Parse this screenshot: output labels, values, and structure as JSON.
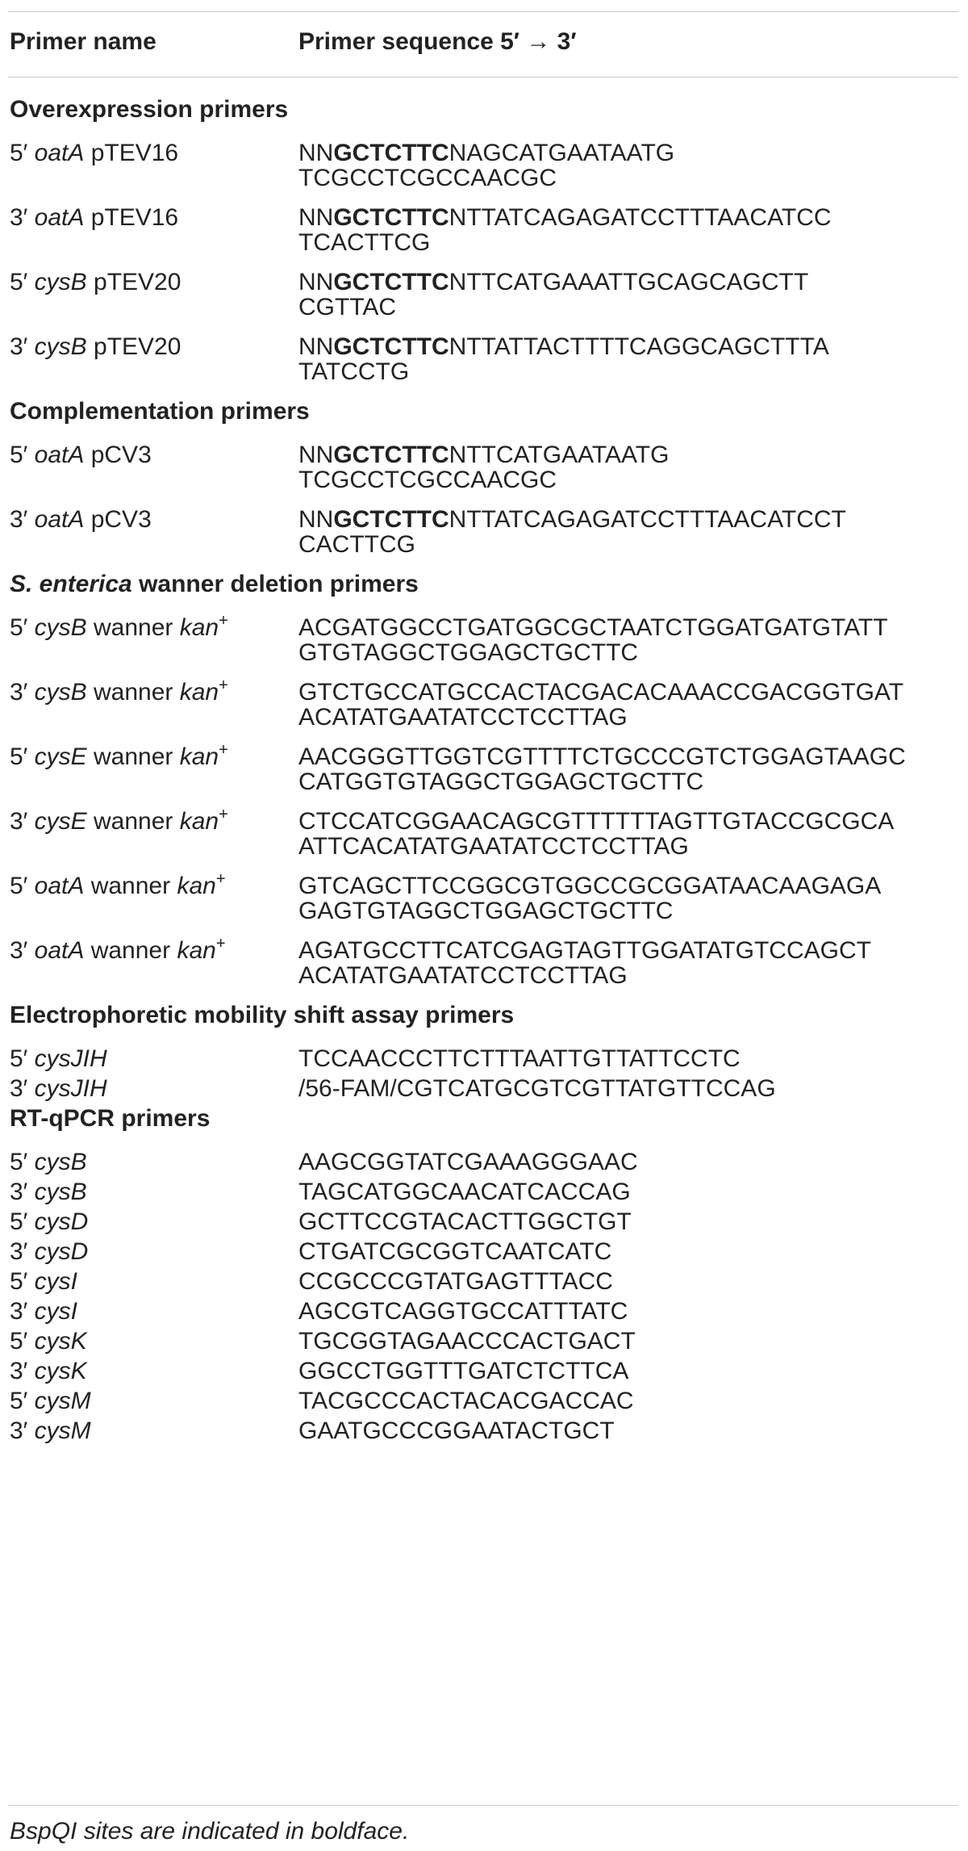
{
  "header": {
    "col_name": "Primer name",
    "col_seq": "Primer sequence 5′ → 3′"
  },
  "sections": [
    {
      "title_main": "Overexpression primers",
      "rows": [
        {
          "prefix": "5′ ",
          "gene": "oatA",
          "suffix": " pTEV16",
          "seq_pre": "NN",
          "seq_bold": "GCTCTTC",
          "seq_line1_rest": "NAGCATGAATAATG",
          "seq_line2": "TCGCCTCGCCAACGC"
        },
        {
          "prefix": "3′ ",
          "gene": "oatA",
          "suffix": " pTEV16",
          "seq_pre": "NN",
          "seq_bold": "GCTCTTC",
          "seq_line1_rest": "NTTATCAGAGATCCTTTAACATCC",
          "seq_line2": "TCACTTCG"
        },
        {
          "prefix": "5′ ",
          "gene": "cysB",
          "suffix": " pTEV20",
          "seq_pre": "NN",
          "seq_bold": "GCTCTTC",
          "seq_line1_rest": "NTTCATGAAATTGCAGCAGCTT",
          "seq_line2": "CGTTAC"
        },
        {
          "prefix": "3′ ",
          "gene": "cysB",
          "suffix": " pTEV20",
          "seq_pre": "NN",
          "seq_bold": "GCTCTTC",
          "seq_line1_rest": "NTTATTACTTTTCAGGCAGCTTTA",
          "seq_line2": "TATCCTG"
        }
      ]
    },
    {
      "title_main": "Complementation primers",
      "rows": [
        {
          "prefix": "5′ ",
          "gene": "oatA",
          "suffix": " pCV3",
          "seq_pre": "NN",
          "seq_bold": "GCTCTTC",
          "seq_line1_rest": "NTTCATGAATAATG",
          "seq_line2": "TCGCCTCGCCAACGC"
        },
        {
          "prefix": "3′ ",
          "gene": "oatA",
          "suffix": " pCV3",
          "seq_pre": "NN",
          "seq_bold": "GCTCTTC",
          "seq_line1_rest": "NTTATCAGAGATCCTTTAACATCCT",
          "seq_line2": "CACTTCG"
        }
      ]
    },
    {
      "title_italic": "S. enterica",
      "title_main": " wanner deletion primers",
      "rows": [
        {
          "prefix": "5′ ",
          "gene": "cysB",
          "suffix": " wanner ",
          "kan": "kan",
          "sup": "+",
          "seq_line1_rest": "ACGATGGCCTGATGGCGCTAATCTGGATGATGTATT",
          "seq_line2": "GTGTAGGCTGGAGCTGCTTC"
        },
        {
          "prefix": "3′ ",
          "gene": "cysB",
          "suffix": " wanner ",
          "kan": "kan",
          "sup": "+",
          "seq_line1_rest": "GTCTGCCATGCCACTACGACACAAACCGACGGTGAT",
          "seq_line2": "ACATATGAATATCCTCCTTAG"
        },
        {
          "prefix": "5′ ",
          "gene": "cysE",
          "suffix": " wanner ",
          "kan": "kan",
          "sup": "+",
          "seq_line1_rest": "AACGGGTTGGTCGTTTTCTGCCCGTCTGGAGTAAGC",
          "seq_line2": "CATGGTGTAGGCTGGAGCTGCTTC"
        },
        {
          "prefix": "3′ ",
          "gene": "cysE",
          "suffix": " wanner ",
          "kan": "kan",
          "sup": "+",
          "seq_line1_rest": "CTCCATCGGAACAGCGTTTTTTAGTTGTACCGCGCA",
          "seq_line2": "ATTCACATATGAATATCCTCCTTAG"
        },
        {
          "prefix": "5′ ",
          "gene": "oatA",
          "suffix": " wanner ",
          "kan": "kan",
          "sup": "+",
          "seq_line1_rest": "GTCAGCTTCCGGCGTGGCCGCGGATAACAAGAGA",
          "seq_line2": "GAGTGTAGGCTGGAGCTGCTTC"
        },
        {
          "prefix": "3′ ",
          "gene": "oatA",
          "suffix": " wanner ",
          "kan": "kan",
          "sup": "+",
          "seq_line1_rest": "AGATGCCTTCATCGAGTAGTTGGATATGTCCAGCT",
          "seq_line2": "ACATATGAATATCCTCCTTAG"
        }
      ]
    },
    {
      "title_main": "Electrophoretic mobility shift assay primers",
      "rows": [
        {
          "prefix": "5′ ",
          "gene": "cysJIH",
          "seq_line1_rest": "TCCAACCCTTCTTTAATTGTTATTCCTC"
        },
        {
          "prefix": "3′ ",
          "gene": "cysJIH",
          "seq_line1_rest": "/56-FAM/CGTCATGCGTCGTTATGTTCCAG"
        }
      ]
    },
    {
      "title_main": "RT-qPCR primers",
      "rows": [
        {
          "prefix": "5′ ",
          "gene": "cysB",
          "seq_line1_rest": "AAGCGGTATCGAAAGGGAAC"
        },
        {
          "prefix": "3′ ",
          "gene": "cysB",
          "seq_line1_rest": "TAGCATGGCAACATCACCAG"
        },
        {
          "prefix": "5′ ",
          "gene": "cysD",
          "seq_line1_rest": "GCTTCCGTACACTTGGCTGT"
        },
        {
          "prefix": "3′ ",
          "gene": "cysD",
          "seq_line1_rest": "CTGATCGCGGTCAATCATC"
        },
        {
          "prefix": "5′ ",
          "gene": "cysI",
          "seq_line1_rest": "CCGCCCGTATGAGTTTACC"
        },
        {
          "prefix": "3′ ",
          "gene": "cysI",
          "seq_line1_rest": "AGCGTCAGGTGCCATTTATC"
        },
        {
          "prefix": "5′ ",
          "gene": "cysK",
          "seq_line1_rest": "TGCGGTAGAACCCACTGACT"
        },
        {
          "prefix": "3′ ",
          "gene": "cysK",
          "seq_line1_rest": "GGCCTGGTTTGATCTCTTCA"
        },
        {
          "prefix": "5′ ",
          "gene": "cysM",
          "seq_line1_rest": "TACGCCCACTACACGACCAC"
        },
        {
          "prefix": "3′ ",
          "gene": "cysM",
          "seq_line1_rest": "GAATGCCCGGAATACTGCT"
        }
      ]
    }
  ],
  "footnote": "BspQI sites are indicated in boldface."
}
